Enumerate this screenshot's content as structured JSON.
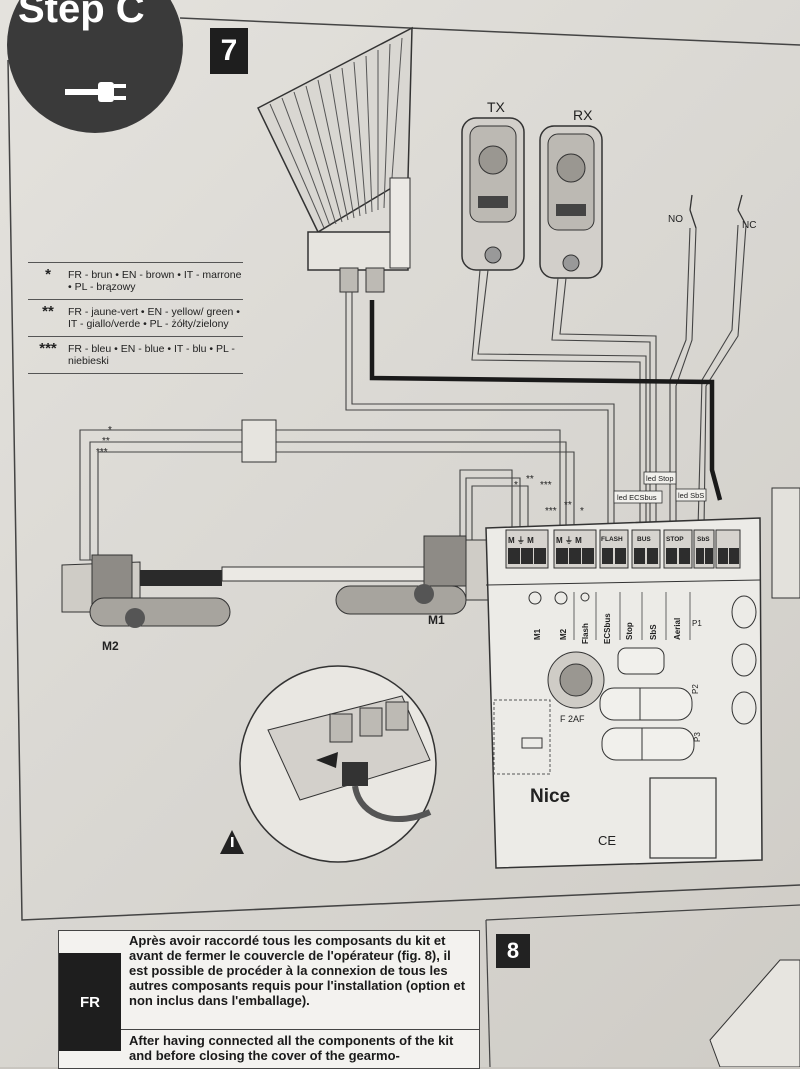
{
  "header": {
    "step_label": "Step C",
    "figure_number": "7",
    "next_figure_number": "8"
  },
  "legend": [
    {
      "mark": "*",
      "text": "FR - brun • EN - brown • IT - marrone • PL - brązowy"
    },
    {
      "mark": "**",
      "text": "FR - jaune-vert • EN - yellow/ green • IT - giallo/verde • PL - żółty/zielony"
    },
    {
      "mark": "***",
      "text": "FR - bleu • EN - blue • IT - blu • PL - niebieski"
    }
  ],
  "devices": {
    "tx": "TX",
    "rx": "RX",
    "no": "NO",
    "nc": "NC",
    "motor_1": "M1",
    "motor_2": "M2",
    "brand": "Nice",
    "fuse": "F 2AF",
    "ce_mark": "CE"
  },
  "wire_marks": [
    "*",
    "**",
    "***"
  ],
  "terminals": [
    {
      "id": "m1",
      "label": "M ⏚ M"
    },
    {
      "id": "m2",
      "label": "M ⏚ M"
    },
    {
      "id": "flash",
      "label": "FLASH"
    },
    {
      "id": "bus",
      "label": "BUS"
    },
    {
      "id": "stop",
      "label": "STOP"
    },
    {
      "id": "sbs",
      "label": "SbS"
    }
  ],
  "led_labels": {
    "ecsbus": "led ECSbus",
    "stop": "led Stop",
    "sbs": "led SbS"
  },
  "board_labels": [
    "M1",
    "M2",
    "Flash",
    "ECSbus",
    "Stop",
    "SbS",
    "Aerial"
  ],
  "buttons": {
    "p1": "P1",
    "p2": "P2",
    "p3": "P3"
  },
  "text_blocks": {
    "fr_lang": "FR",
    "fr_text": "Après avoir raccordé tous les composants du kit et avant de fermer le couvercle de l'opérateur (fig. 8), il est possible de procéder à la connexion de tous les autres composants requis pour l'installation (option et non inclus dans l'emballage).",
    "en_text": "After having connected all the components of the kit and before closing the cover of the gearmo-"
  },
  "colors": {
    "paper": "#dedcd7",
    "ink": "#222222",
    "board": "#ecebe7"
  }
}
